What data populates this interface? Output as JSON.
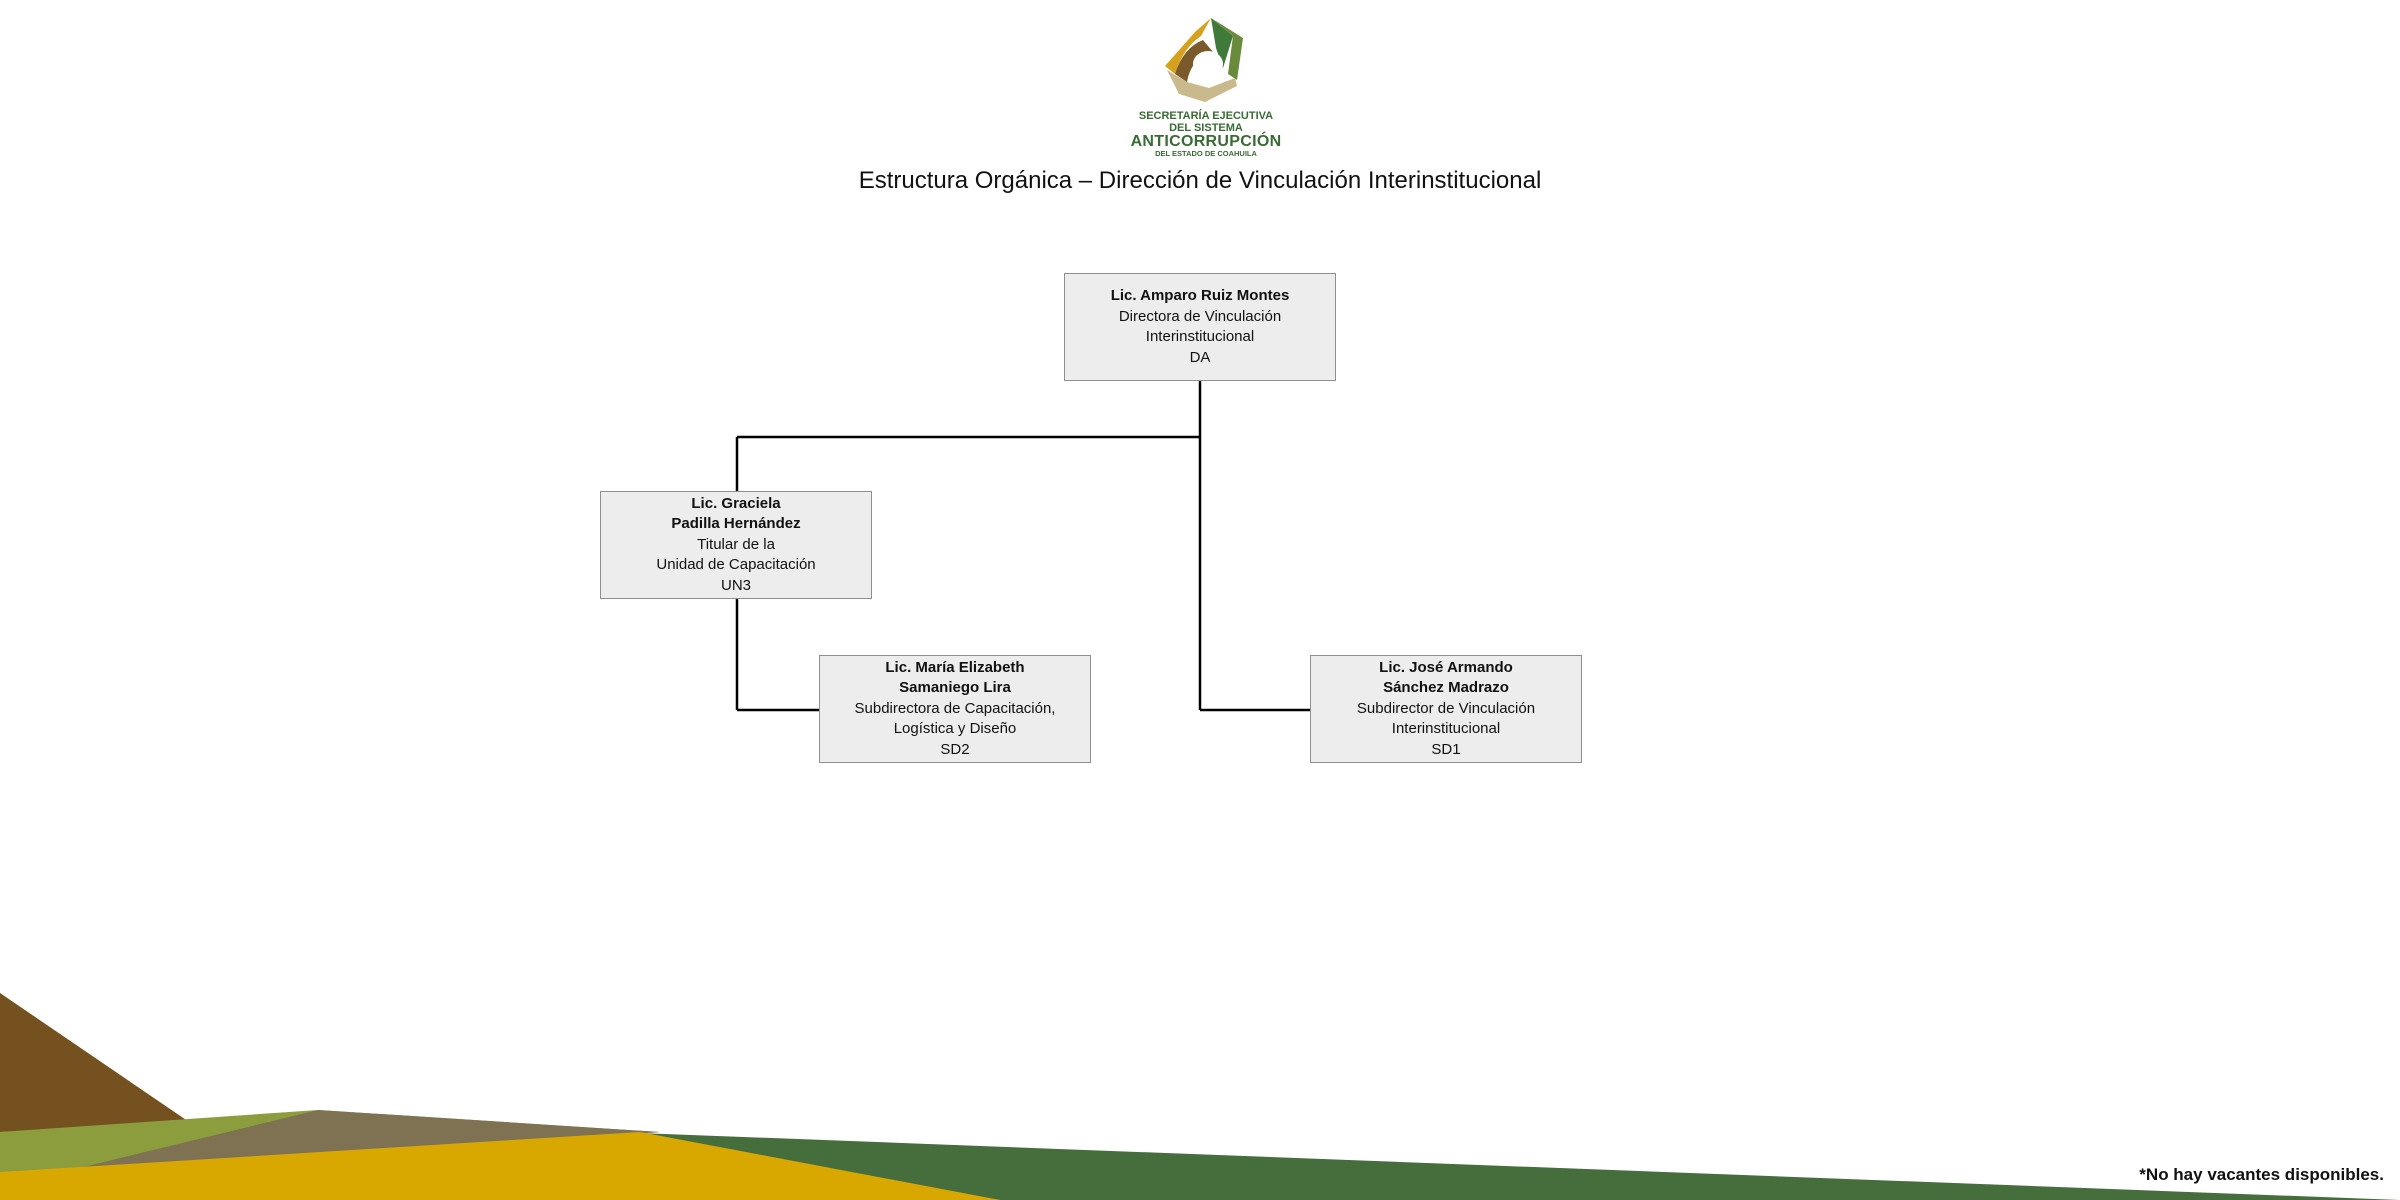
{
  "logo": {
    "line1": "SECRETARÍA EJECUTIVA",
    "line2": "DEL SISTEMA",
    "line3": "ANTICORRUPCIÓN",
    "line4": "DEL ESTADO DE COAHUILA"
  },
  "title": "Estructura Orgánica – Dirección de Vinculación Interinstitucional",
  "nodes": {
    "da": {
      "name1": "Lic. Amparo Ruiz Montes",
      "role1": "Directora de Vinculación",
      "role2": "Interinstitucional",
      "code": "DA"
    },
    "un3": {
      "name1": "Lic. Graciela",
      "name2": "Padilla Hernández",
      "role1": "Titular de la",
      "role2": "Unidad de Capacitación",
      "code": "UN3"
    },
    "sd2": {
      "name1": "Lic. María Elizabeth",
      "name2": "Samaniego Lira",
      "role1": "Subdirectora de Capacitación,",
      "role2": "Logística y Diseño",
      "code": "SD2"
    },
    "sd1": {
      "name1": "Lic. José Armando",
      "name2": "Sánchez Madrazo",
      "role1": "Subdirector de Vinculación",
      "role2": "Interinstitucional",
      "code": "SD1"
    }
  },
  "footer_note": "*No hay vacantes disponibles.",
  "colors": {
    "logo_green": "#3a6a35",
    "node_fill": "#ededed",
    "node_border": "#8f8f8f",
    "band_brown": "#74511f",
    "band_olive": "#8c9d3e",
    "band_taupe": "#7e7253",
    "band_gold": "#d8a800",
    "band_green": "#466d3c"
  }
}
